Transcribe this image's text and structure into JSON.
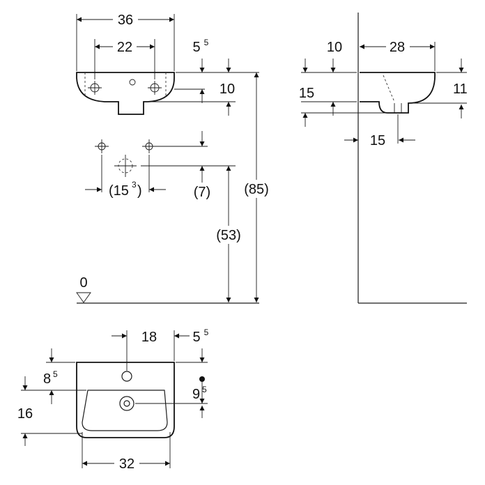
{
  "dimensions": {
    "top_width": "36",
    "top_tap_spacing": "22",
    "top_rim_main": "5",
    "top_rim_sup": "5",
    "top_depth": "10",
    "valve_spacing_open": "(15",
    "valve_spacing_sup": "3",
    "valve_spacing_close": ")",
    "valve_offset": "(7)",
    "total_height": "(85)",
    "waste_height": "(53)",
    "floor_level": "0",
    "side_width": "28",
    "side_top": "10",
    "side_left": "15",
    "side_right": "11",
    "side_bottom": "15",
    "plan_tap": "18",
    "plan_edge_main": "5",
    "plan_edge_sup": "5",
    "plan_left_main": "8",
    "plan_left_sup": "5",
    "plan_right_main": "9",
    "plan_right_sup": "5",
    "plan_depth": "16",
    "plan_width": "32"
  }
}
